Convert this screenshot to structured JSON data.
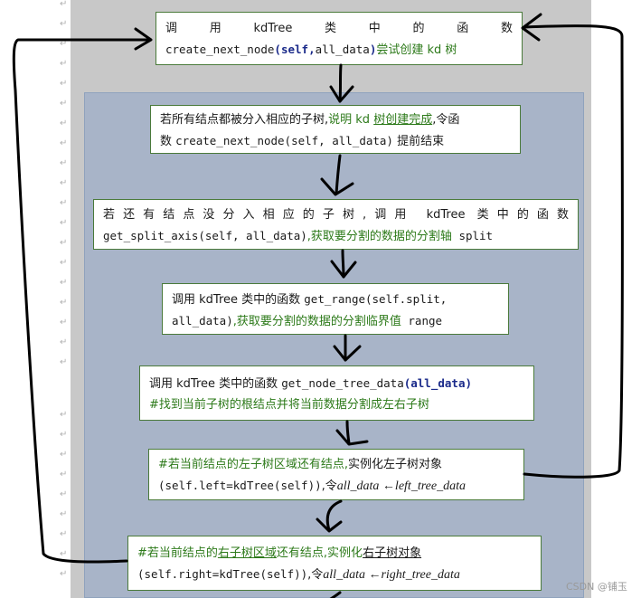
{
  "boxes": {
    "b1": {
      "line1": "调　用　kdTree　类　中　的　函　数",
      "line2_code": "create_next_node",
      "line2_paren_open": "(",
      "line2_self": "self",
      "line2_comma": ",",
      "line2_args": "all_data",
      "line2_paren_close": ")",
      "line2_tail": "尝试创建 kd 树"
    },
    "b2": {
      "line1_a": "若所有结点都被分入相应的子树,",
      "line1_b": "说明 kd ",
      "line1_c": "树创建完成",
      "line1_d": ",令函",
      "line2_a": "数 ",
      "line2_code": "create_next_node(self, all_data)",
      "line2_b": " 提前结束"
    },
    "b3": {
      "line1": "若还有结点没分入相应的子树,调用 kdTree 类中的函数",
      "line2_code": "get_split_axis(self, all_data)",
      "line2_cn": ",获取要分割的数据的分割轴",
      "line2_tail": " split"
    },
    "b4": {
      "line1_a": "调用 kdTree 类中的函数 ",
      "line1_code": "get_range(self.split,",
      "line2_code": "all_data)",
      "line2_cn": ",获取要分割的数据的分割临界值",
      "line2_tail": " range"
    },
    "b5": {
      "line1_a": "调用 kdTree 类中的函数 ",
      "line1_code": "get_node_tree_data",
      "line1_paren": "(all_data)",
      "line2": "#找到当前子树的根结点并将当前数据分割成左右子树"
    },
    "b6": {
      "line1_a": "#若当前结点的左子树区域还有结点,",
      "line1_b": "实例化左子树对象",
      "line2_code": "(self.left=kdTree(self))",
      "line2_b": ",令",
      "line2_it": "all_data ←left_tree_data"
    },
    "b7": {
      "line1_a": "#若当前结点的",
      "line1_u": "右子树区域",
      "line1_b": "还有结点,实例化",
      "line1_u2": "右子树对象",
      "line2_code": "(self.right=kdTree(self))",
      "line2_b": ",令",
      "line2_it": "all_data ←right_tree_data"
    }
  },
  "gutter_mark": "↵",
  "watermark": "CSDN @铺玉",
  "colors": {
    "panel": "#a8b4c8",
    "box_border": "#4a7a3a",
    "code_keyword": "#1a2a8a",
    "chinese_green": "#2d7a1a",
    "page": "#c8c8c8"
  }
}
